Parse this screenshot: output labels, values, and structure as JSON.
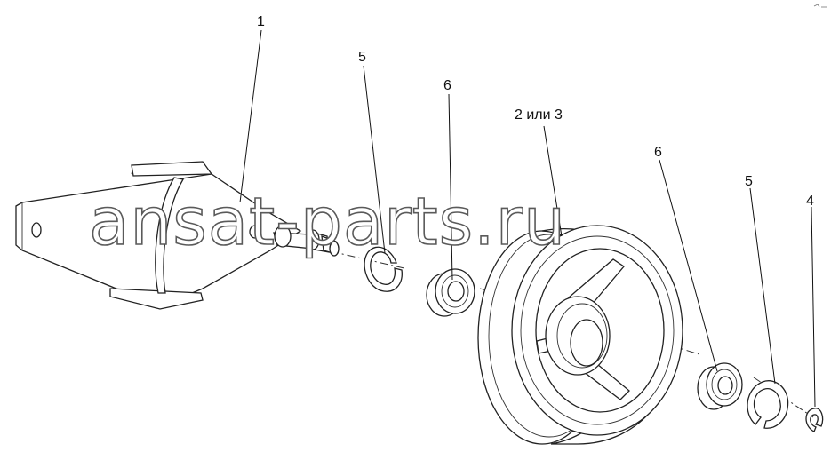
{
  "diagram": {
    "labels": {
      "l1": "1",
      "l5a": "5",
      "l6a": "6",
      "l23": "2 или 3",
      "l6b": "6",
      "l5b": "5",
      "l4": "4"
    },
    "watermark": "ansat-parts.ru",
    "corner_mark": "",
    "colors": {
      "line": "#222222",
      "watermark_outline": "#5a5a5a",
      "background": "#ffffff"
    }
  }
}
